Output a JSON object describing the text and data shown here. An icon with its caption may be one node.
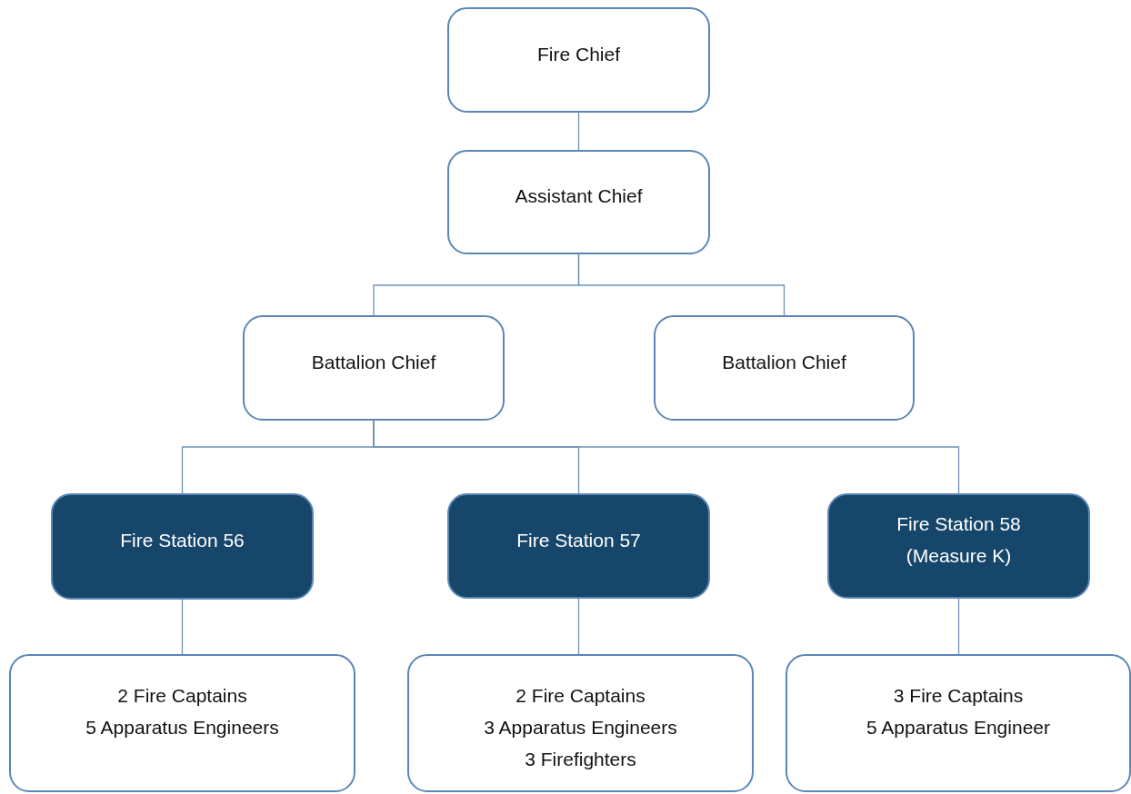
{
  "diagram": {
    "nodes": [
      {
        "text": [
          "Fire Chief"
        ]
      },
      {
        "text": [
          "Assistant Chief"
        ]
      },
      {
        "text": [
          "Battalion Chief"
        ]
      },
      {
        "text": [
          "Battalion Chief"
        ]
      },
      {
        "text": [
          "Fire Station 56"
        ]
      },
      {
        "text": [
          "Fire Station 57"
        ]
      },
      {
        "text": [
          "Fire Station 58 (Measure K)"
        ]
      },
      {
        "text": [
          "2 Fire Captains",
          "5 Apparatus Engineers"
        ]
      },
      {
        "text": [
          "2 Fire Captains",
          "3 Apparatus Engineers",
          "3 Firefighters"
        ]
      },
      {
        "text": [
          "3 Fire Captains",
          "5 Apparatus Engineer"
        ]
      }
    ],
    "edges": [
      {
        "from": 0,
        "to": 1,
        "arrow": "none"
      },
      {
        "from": 1,
        "to": 2,
        "arrow": "none"
      },
      {
        "from": 1,
        "to": 3,
        "arrow": "none"
      },
      {
        "from": 2,
        "to": 4,
        "arrow": "none"
      },
      {
        "from": 2,
        "to": 5,
        "arrow": "none"
      },
      {
        "from": 2,
        "to": 6,
        "arrow": "none"
      },
      {
        "from": 4,
        "to": 7,
        "arrow": "none"
      },
      {
        "from": 5,
        "to": 8,
        "arrow": "none"
      },
      {
        "from": 6,
        "to": 9,
        "arrow": "none"
      }
    ]
  }
}
